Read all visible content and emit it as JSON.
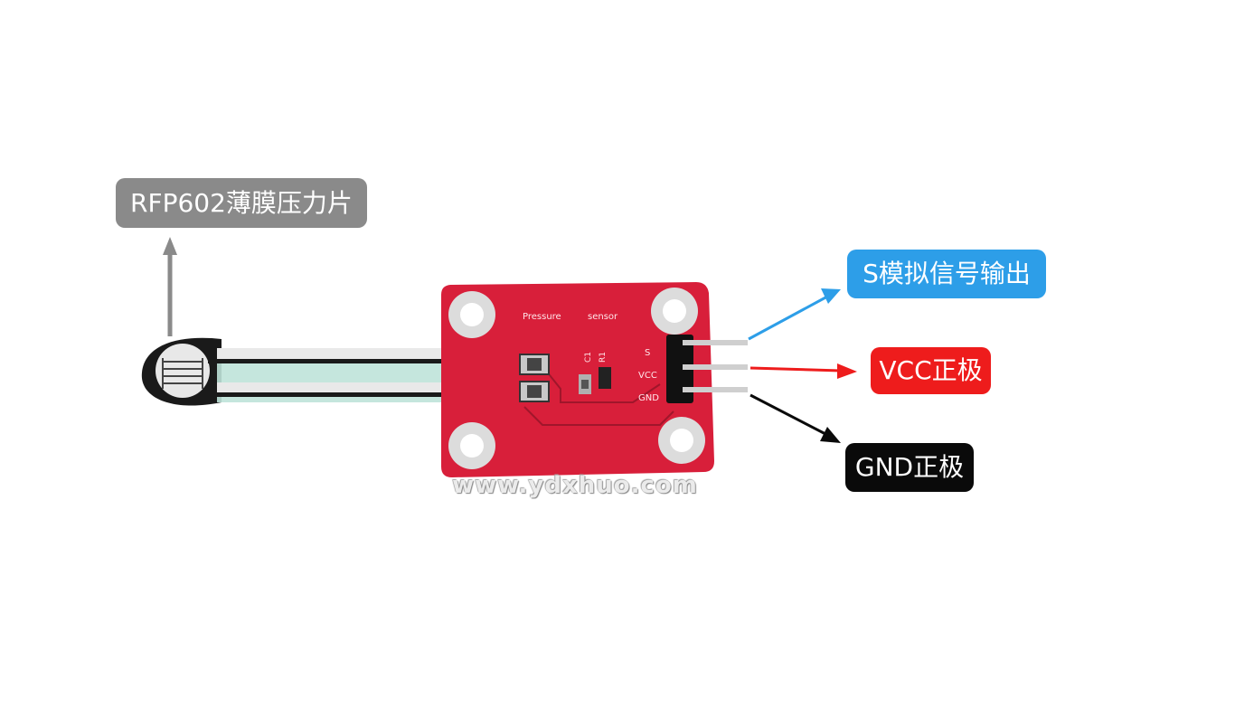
{
  "labels": {
    "film": "RFP602薄膜压力片",
    "signal": "S模拟信号输出",
    "vcc": "VCC正极",
    "gnd": "GND正极"
  },
  "board": {
    "title_left": "Pressure",
    "title_right": "sensor",
    "pin_s": "S",
    "pin_vcc": "VCC",
    "pin_gnd": "GND",
    "component_c1": "C1",
    "component_r1": "R1"
  },
  "watermark": "www.ydxhuo.com",
  "colors": {
    "film_label": "#8a8a8a",
    "signal_label": "#2d9ee8",
    "vcc_label": "#ee1c1c",
    "gnd_label": "#0a0a0a",
    "board": "#d81f3a",
    "film_strip": "#bfe3d9"
  }
}
